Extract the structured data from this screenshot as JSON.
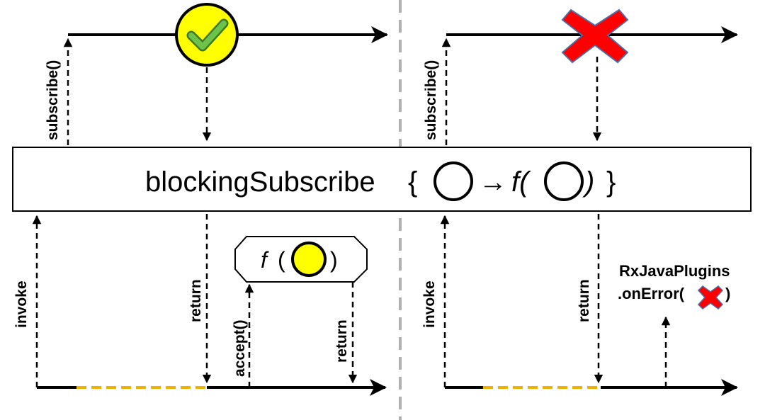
{
  "operator": {
    "name": "blockingSubscribe",
    "open_brace": "{",
    "arrow": "→",
    "func": "f(",
    "func_close": ")",
    "close_brace": "}"
  },
  "left_panel": {
    "subscribe_label": "subscribe()",
    "invoke_label": "invoke",
    "return_label": "return",
    "accept_label": "accept()",
    "return2_label": "return",
    "func_box": {
      "f": "f",
      "open": "(",
      "close": ")"
    },
    "item_color": "#ffff00",
    "check_color": "#5cb832"
  },
  "right_panel": {
    "subscribe_label": "subscribe()",
    "invoke_label": "invoke",
    "return_label": "return",
    "plugin_line1": "RxJavaPlugins",
    "plugin_line2": ".onError(",
    "plugin_close": ")",
    "error_color": "#ff0000"
  },
  "colors": {
    "blocked_dash": "#f0b000",
    "divider": "#b0b0b0"
  }
}
